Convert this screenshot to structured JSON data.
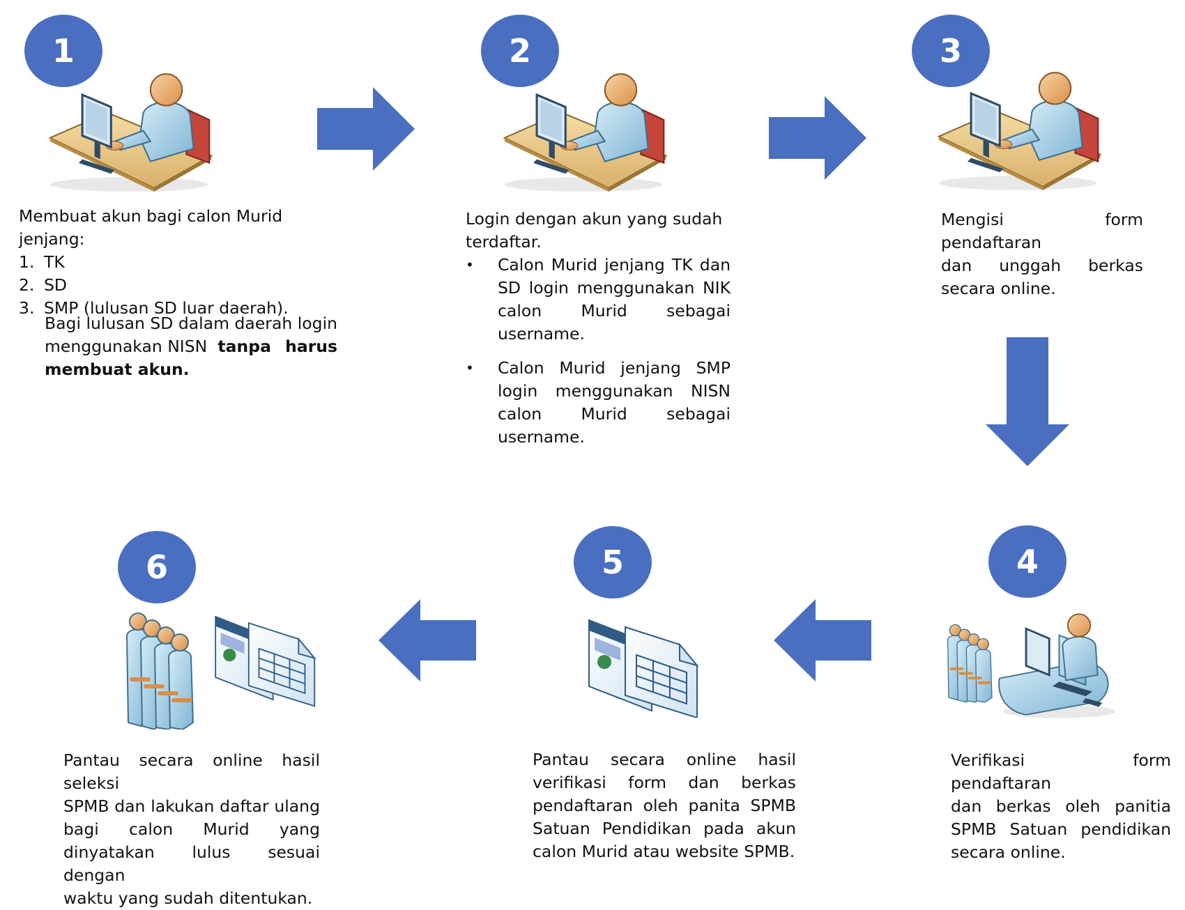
{
  "colors": {
    "accent": "#4a6fc0",
    "person": "#a8d0e6",
    "head": "#f0b878",
    "desk": "#e8c887"
  },
  "steps": [
    {
      "number": "1",
      "intro": "Membuat akun bagi calon Murid jenjang:",
      "list": [
        {
          "n": "1.",
          "t": "TK"
        },
        {
          "n": "2.",
          "t": "SD"
        },
        {
          "n": "3.",
          "t": "SMP (lulusan SD luar daerah)."
        }
      ],
      "note_line1": "Bagi lulusan SD dalam daerah login",
      "note_line2_plain": "menggunakan NISN",
      "note_line2_bold": "tanpa harus",
      "note_line3_bold": "membuat akun."
    },
    {
      "number": "2",
      "intro_line1": "Login dengan akun yang sudah",
      "intro_line2": "terdaftar.",
      "bullet_symbol": "•",
      "bullets": [
        [
          "Calon Murid jenjang TK dan",
          "SD login menggunakan NIK",
          "calon Murid sebagai",
          "username."
        ],
        [
          "Calon Murid jenjang SMP",
          "login menggunakan NISN",
          "calon Murid sebagai",
          "username."
        ]
      ]
    },
    {
      "number": "3",
      "lines": [
        "Mengisi form pendaftaran",
        "dan unggah berkas",
        "secara online."
      ]
    },
    {
      "number": "4",
      "lines": [
        "Verifikasi form pendaftaran",
        "dan berkas oleh panitia",
        "SPMB Satuan pendidikan",
        "secara online."
      ]
    },
    {
      "number": "5",
      "lines": [
        "Pantau secara online hasil",
        "verifikasi form dan berkas",
        "pendaftaran oleh panita SPMB",
        "Satuan Pendidikan pada akun",
        "calon Murid atau website SPMB."
      ]
    },
    {
      "number": "6",
      "lines": [
        "Pantau secara online hasil seleksi",
        "SPMB dan lakukan daftar ulang",
        "bagi calon Murid yang",
        "dinyatakan lulus sesuai dengan",
        "waktu yang sudah ditentukan."
      ]
    }
  ]
}
